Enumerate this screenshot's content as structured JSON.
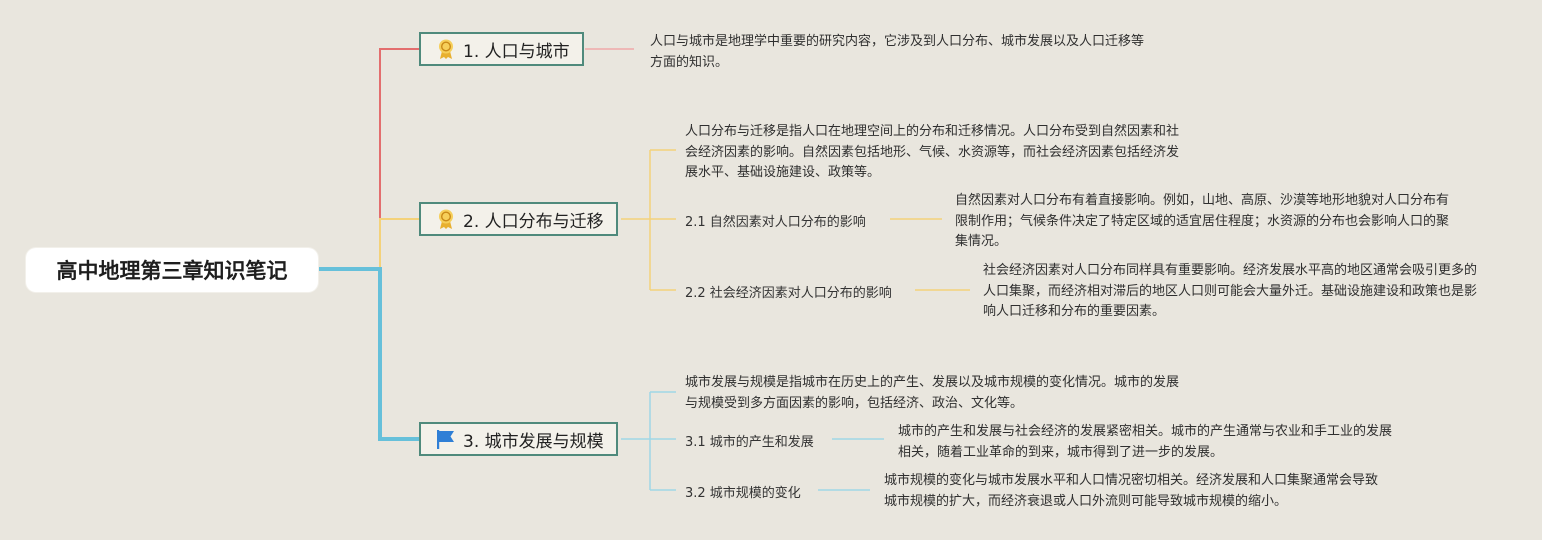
{
  "root": {
    "title": "高中地理第三章知识笔记"
  },
  "topics": [
    {
      "label": "1. 人口与城市",
      "icon": "award-ribbon-icon",
      "description": "人口与城市是地理学中重要的研究内容，它涉及到人口分布、城市发展以及人口迁移等方面的知识。"
    },
    {
      "label": "2. 人口分布与迁移",
      "icon": "award-ribbon-icon",
      "description": "人口分布与迁移是指人口在地理空间上的分布和迁移情况。人口分布受到自然因素和社会经济因素的影响。自然因素包括地形、气候、水资源等，而社会经济因素包括经济发展水平、基础设施建设、政策等。",
      "subtopics": [
        {
          "label": "2.1 自然因素对人口分布的影响",
          "description": "自然因素对人口分布有着直接影响。例如，山地、高原、沙漠等地形地貌对人口分布有限制作用；气候条件决定了特定区域的适宜居住程度；水资源的分布也会影响人口的聚集情况。"
        },
        {
          "label": "2.2 社会经济因素对人口分布的影响",
          "description": "社会经济因素对人口分布同样具有重要影响。经济发展水平高的地区通常会吸引更多的人口集聚，而经济相对滞后的地区人口则可能会大量外迁。基础设施建设和政策也是影响人口迁移和分布的重要因素。"
        }
      ]
    },
    {
      "label": "3. 城市发展与规模",
      "icon": "flag-icon",
      "description": "城市发展与规模是指城市在历史上的产生、发展以及城市规模的变化情况。城市的发展与规模受到多方面因素的影响，包括经济、政治、文化等。",
      "subtopics": [
        {
          "label": "3.1 城市的产生和发展",
          "description": "城市的产生和发展与社会经济的发展紧密相关。城市的产生通常与农业和手工业的发展相关，随着工业革命的到来，城市得到了进一步的发展。"
        },
        {
          "label": "3.2 城市规模的变化",
          "description": "城市规模的变化与城市发展水平和人口情况密切相关。经济发展和人口集聚通常会导致城市规模的扩大，而经济衰退或人口外流则可能导致城市规模的缩小。"
        }
      ]
    }
  ],
  "colors": {
    "background": "#e9e6de",
    "branch_1": "#e36e6e",
    "branch_2": "#f4d27a",
    "branch_3": "#66c0da",
    "topic_border": "#4f8a7c",
    "icon_gold": "#f0c040",
    "icon_flag": "#2f7fd6"
  }
}
